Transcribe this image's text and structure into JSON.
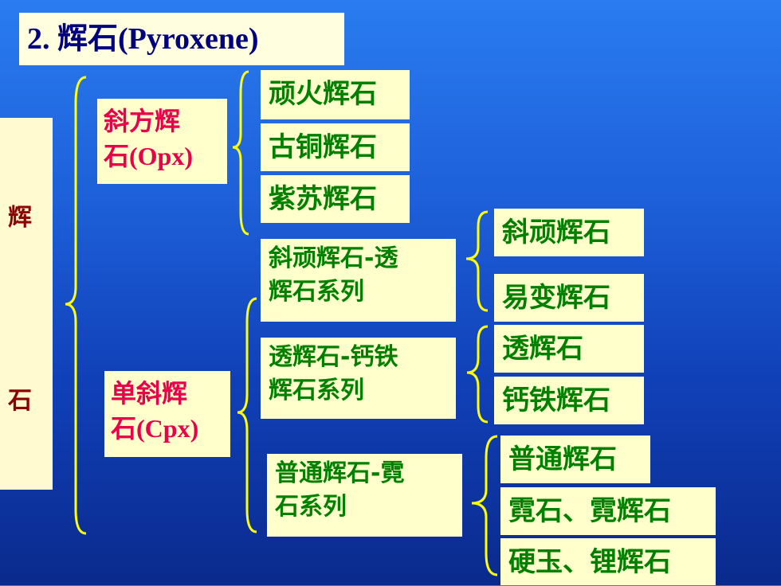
{
  "title": "2. 辉石(Pyroxene)",
  "side": {
    "char1": "辉",
    "char2": "石"
  },
  "opx": {
    "label_line1": "斜方辉",
    "label_line2": "石(Opx)"
  },
  "cpx": {
    "label_line1": "单斜辉",
    "label_line2": "石(Cpx)"
  },
  "opx_members": [
    "顽火辉石",
    "古铜辉石",
    "紫苏辉石"
  ],
  "cpx_series": [
    {
      "line1": "斜顽辉石-透",
      "line2": "辉石系列",
      "members": [
        "斜顽辉石",
        "易变辉石"
      ]
    },
    {
      "line1": "透辉石-钙铁",
      "line2": "辉石系列",
      "members": [
        "透辉石",
        "钙铁辉石"
      ]
    },
    {
      "line1": "普通辉石-霓",
      "line2": "石系列",
      "members": [
        "普通辉石",
        "霓石、霓辉石",
        "硬玉、锂辉石"
      ]
    }
  ],
  "colors": {
    "box_fill": "#ffffcc",
    "brace": "#ffff00",
    "green_text": "#008000",
    "red_text": "#e8004a",
    "title_text": "#000080"
  }
}
